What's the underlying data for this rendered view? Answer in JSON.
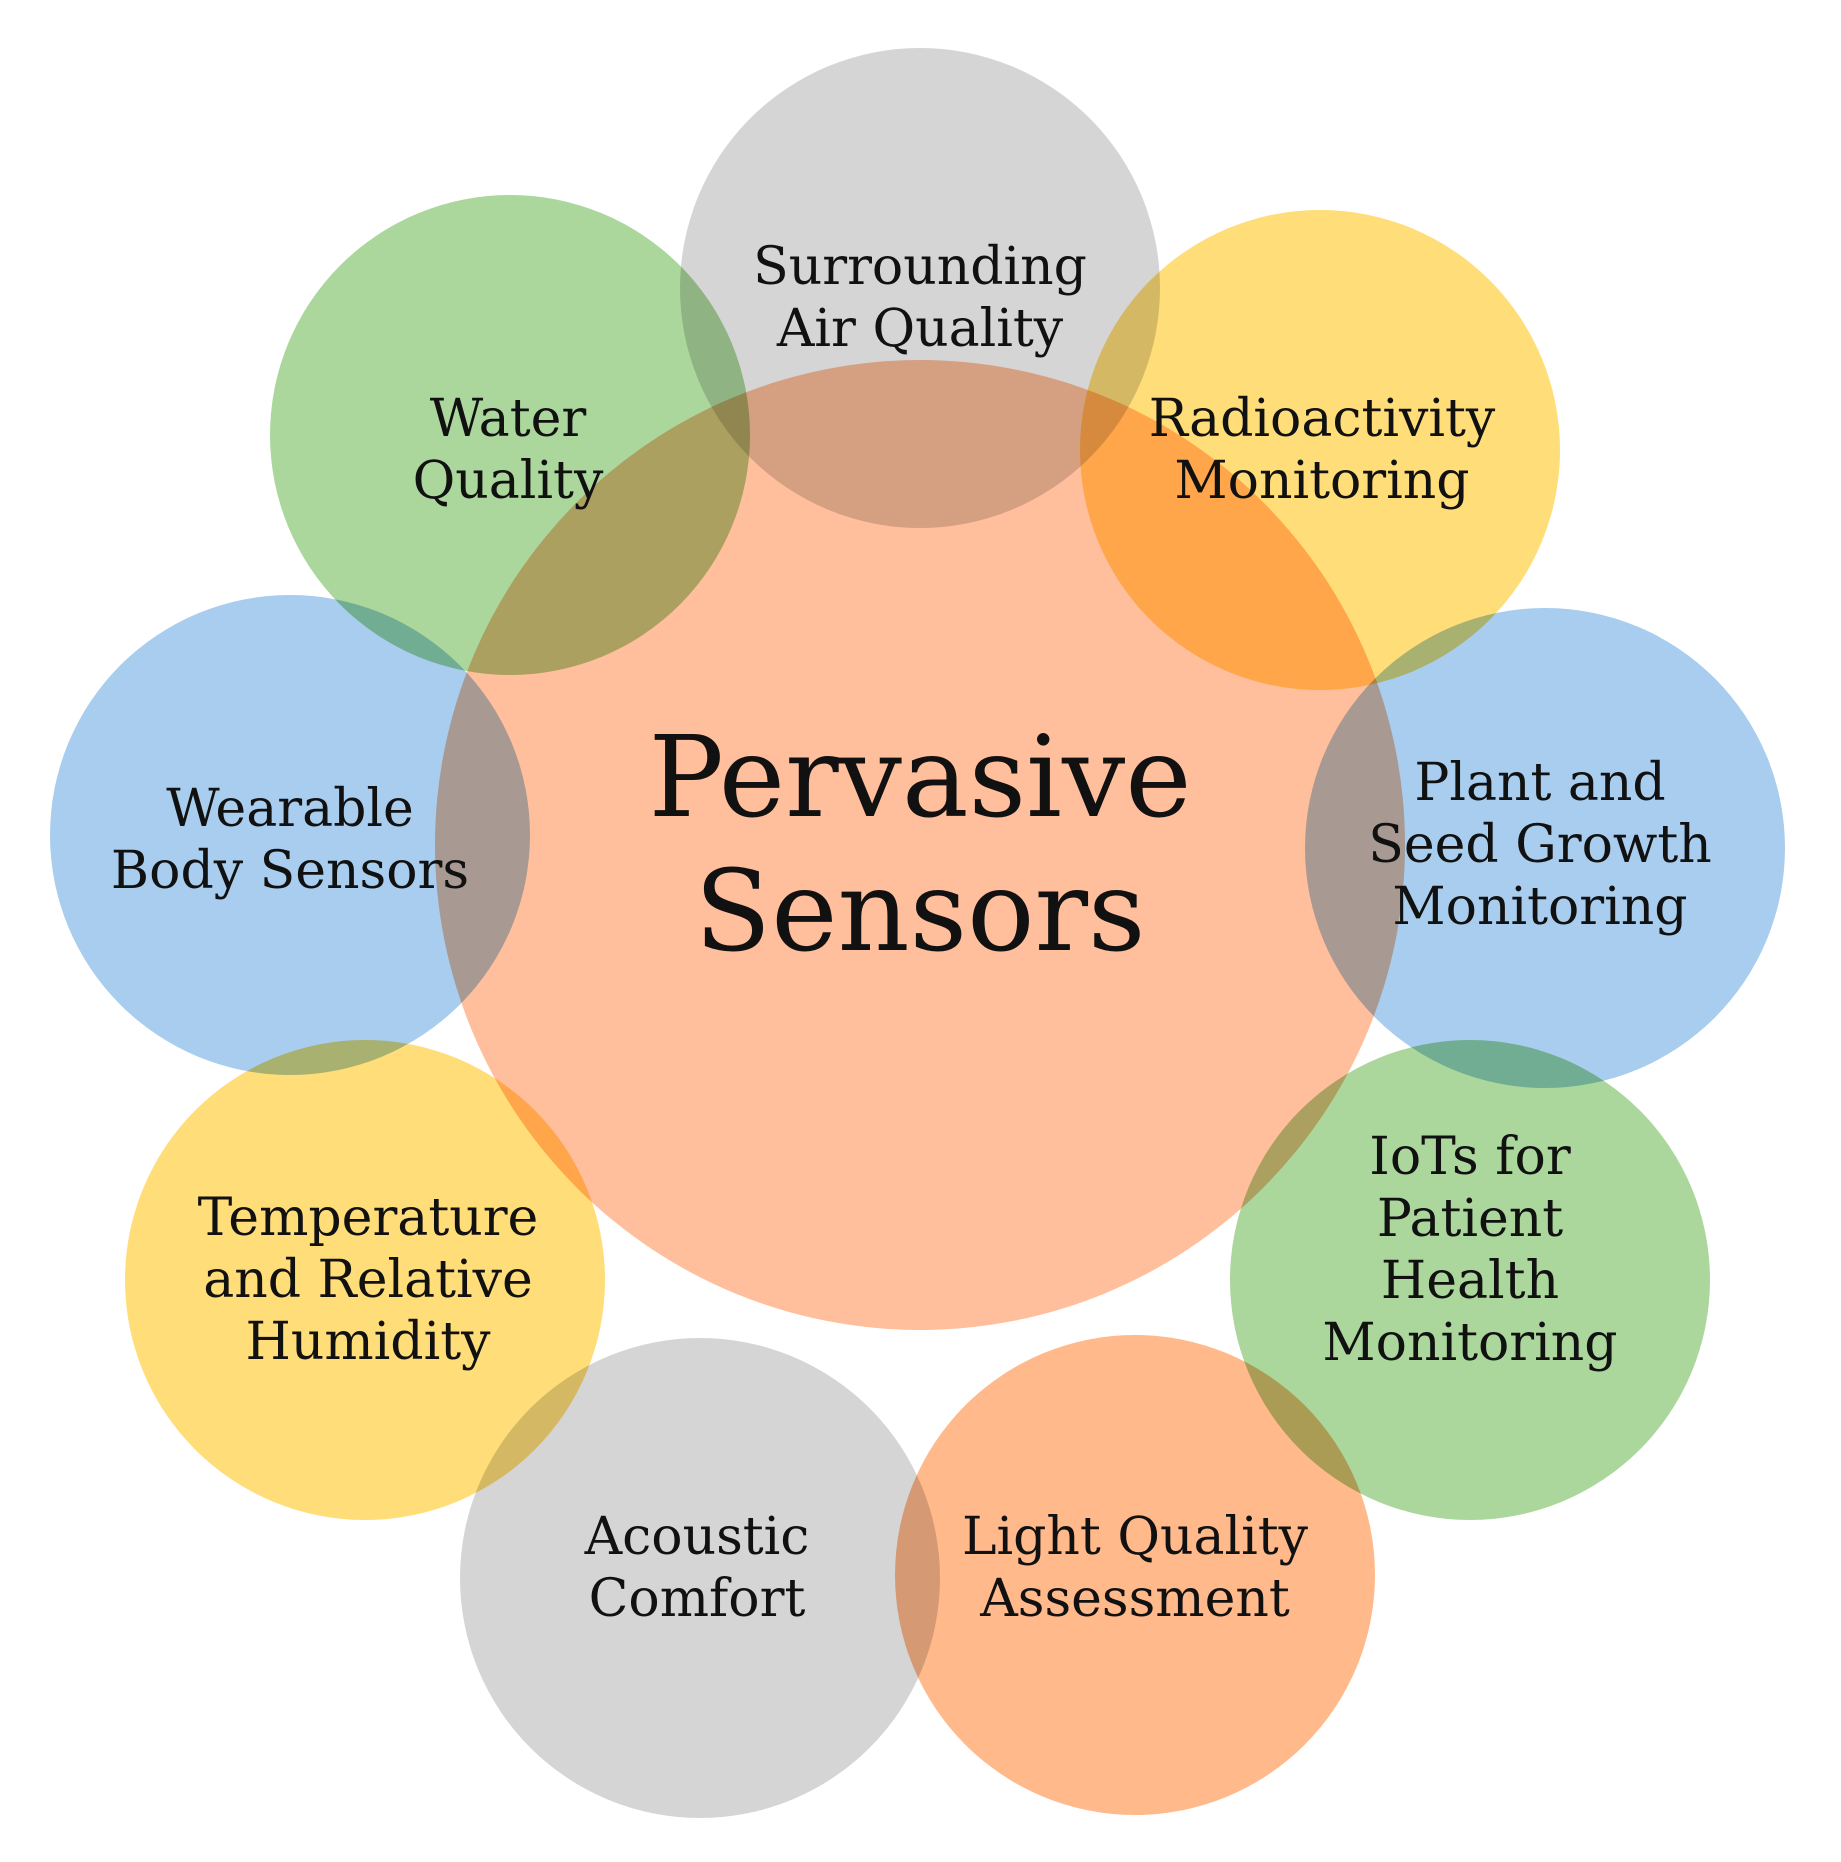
{
  "center": {
    "lines": [
      "Pervasive",
      "Sensors"
    ],
    "color": "#FFBE9C"
  },
  "categories": [
    {
      "id": "surrounding-air-quality",
      "lines": [
        "Surrounding",
        "Air Quality"
      ],
      "color": "#D5D5D5"
    },
    {
      "id": "radioactivity-monitoring",
      "lines": [
        "Radioactivity",
        "Monitoring"
      ],
      "color": "#FFDD78"
    },
    {
      "id": "plant-and-seed-growth-monitoring",
      "lines": [
        "Plant and",
        "Seed Growth",
        "Monitoring"
      ],
      "color": "#A8CDEE"
    },
    {
      "id": "iots-for-patient-health-monitoring",
      "lines": [
        "IoTs for",
        "Patient",
        "Health",
        "Monitoring"
      ],
      "color": "#ABD79C"
    },
    {
      "id": "light-quality-assessment",
      "lines": [
        "Light Quality",
        "Assessment"
      ],
      "color": "#FFB98B"
    },
    {
      "id": "acoustic-comfort",
      "lines": [
        "Acoustic",
        "Comfort"
      ],
      "color": "#D5D5D5"
    },
    {
      "id": "temperature-and-relative-humidity",
      "lines": [
        "Temperature",
        "and Relative",
        "Humidity"
      ],
      "color": "#FFDD78"
    },
    {
      "id": "wearable-body-sensors",
      "lines": [
        "Wearable",
        "Body Sensors"
      ],
      "color": "#A8CDEE"
    },
    {
      "id": "water-quality",
      "lines": [
        "Water",
        "Quality"
      ],
      "color": "#ABD79C"
    }
  ]
}
